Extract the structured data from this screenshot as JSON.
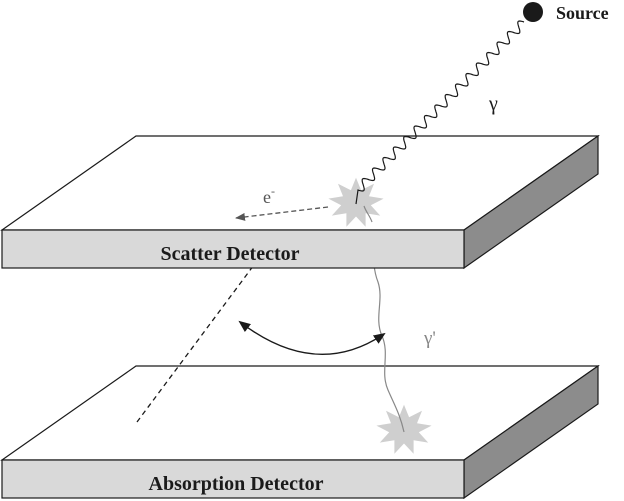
{
  "source": {
    "label": "Source"
  },
  "gamma": {
    "label": "γ"
  },
  "gamma_prime": {
    "label": "γ'"
  },
  "electron": {
    "label": "e",
    "superscript": "-"
  },
  "scatter_detector": {
    "label": "Scatter Detector"
  },
  "absorption_detector": {
    "label": "Absorption Detector"
  },
  "colors": {
    "slab_top": "#ffffff",
    "slab_front": "#d9d9d9",
    "slab_side": "#8c8c8c",
    "outline": "#1a1a1a",
    "interaction_burst": "#cfcfcf",
    "electron_arrow": "#555555",
    "scattered_photon": "#888888",
    "source_dot": "#1a1a1a"
  }
}
